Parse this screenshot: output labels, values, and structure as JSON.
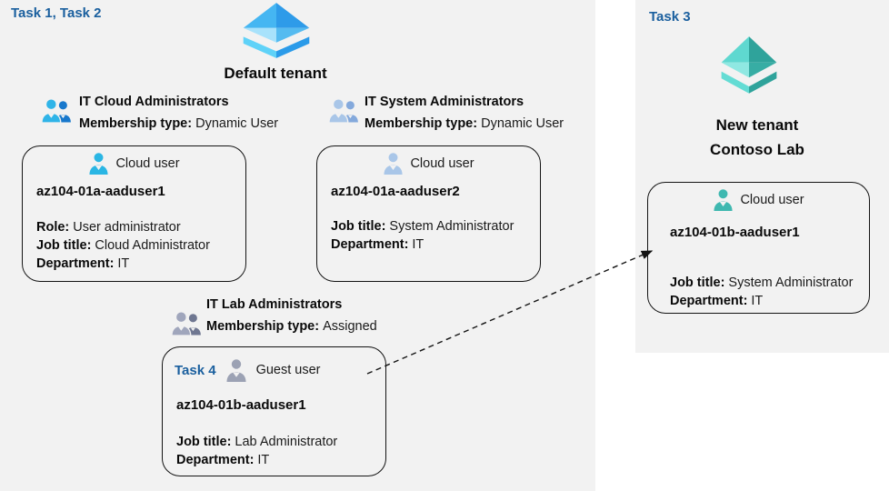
{
  "left_panel": {
    "task_label": "Task 1, Task 2",
    "tenant": {
      "name": "Default tenant",
      "icon": "azure-ad-pyramid-blue"
    },
    "groups": [
      {
        "name": "IT Cloud Administrators",
        "membership_label": "Membership type:",
        "membership_value": "Dynamic User",
        "icon": "group-people-cyan"
      },
      {
        "name": "IT System Administrators",
        "membership_label": "Membership type:",
        "membership_value": "Dynamic User",
        "icon": "group-people-lightblue"
      },
      {
        "name": "IT Lab Administrators",
        "membership_label": "Membership type:",
        "membership_value": "Assigned",
        "icon": "group-people-gray"
      }
    ],
    "users": [
      {
        "type_label": "Cloud user",
        "name": "az104-01a-aaduser1",
        "icon": "person-cyan",
        "details": [
          {
            "label": "Role:",
            "value": "User administrator"
          },
          {
            "label": "Job title:",
            "value": "Cloud Administrator"
          },
          {
            "label": "Department:",
            "value": "IT"
          }
        ]
      },
      {
        "type_label": "Cloud user",
        "name": "az104-01a-aaduser2",
        "icon": "person-lightblue",
        "details": [
          {
            "label": "Job title:",
            "value": "System Administrator"
          },
          {
            "label": "Department:",
            "value": "IT"
          }
        ]
      },
      {
        "task_label": "Task 4",
        "type_label": "Guest user",
        "name": "az104-01b-aaduser1",
        "icon": "person-gray",
        "details": [
          {
            "label": "Job title:",
            "value": "Lab Administrator"
          },
          {
            "label": "Department:",
            "value": "IT"
          }
        ]
      }
    ]
  },
  "right_panel": {
    "task_label": "Task 3",
    "tenant": {
      "name_line1": "New tenant",
      "name_line2": "Contoso Lab",
      "icon": "azure-ad-pyramid-teal"
    },
    "user": {
      "type_label": "Cloud user",
      "name": "az104-01b-aaduser1",
      "icon": "person-teal",
      "details": [
        {
          "label": "Job title:",
          "value": "System Administrator"
        },
        {
          "label": "Department:",
          "value": "IT"
        }
      ]
    }
  },
  "connector": {
    "type": "dashed-arrow",
    "from": "guest-user-box",
    "to": "new-tenant-cloud-user-box"
  },
  "colors": {
    "task_label": "#1a5f9e",
    "panel_bg": "#f2f2f2",
    "box_border": "#141414",
    "pyramid_blue": {
      "ul": "#45B6F2",
      "ur": "#2E9BE9",
      "ll": "#A8E2FB",
      "lr": "#55BBF0",
      "band_l": "#5FD2F8",
      "band_r": "#2B9BE9"
    },
    "pyramid_teal": {
      "ul": "#5FD8D0",
      "ur": "#2FA39B",
      "ll": "#8FE8E2",
      "lr": "#37ADA4",
      "band_l": "#63DCD4",
      "band_r": "#2FA39B"
    },
    "person_cyan": "#2AB6E4",
    "person_lightblue": "#A9C6E8",
    "person_gray": "#9CA2B4",
    "person_teal": "#3FB8B0",
    "group_cloud": {
      "front": "#2FB4E8",
      "back": "#1878CC"
    },
    "group_system": {
      "front": "#A9C6E8",
      "back": "#84A9DC"
    },
    "group_lab": {
      "front": "#A0A6BC",
      "back": "#6F7791"
    }
  }
}
